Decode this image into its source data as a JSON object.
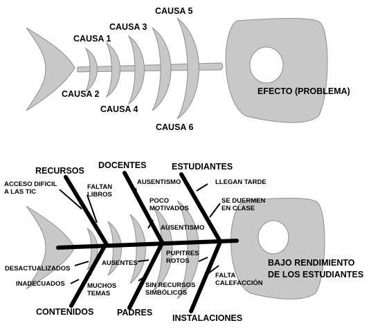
{
  "top_diagram": {
    "causes": {
      "c1": "CAUSA 1",
      "c2": "CAUSA 2",
      "c3": "CAUSA 3",
      "c4": "CAUSA 4",
      "c5": "CAUSA 5",
      "c6": "CAUSA 6"
    },
    "effect": "EFECTO (PROBLEMA)"
  },
  "bottom_diagram": {
    "categories": {
      "recursos": "RECURSOS",
      "docentes": "DOCENTES",
      "estudiantes": "ESTUDIANTES",
      "contenidos": "CONTENIDOS",
      "padres": "PADRES",
      "instalaciones": "INSTALACIONES"
    },
    "causes": {
      "acceso_line1": "ACCESO DIFICIL",
      "acceso_line2": "A LAS TIC",
      "faltan_line1": "FALTAN",
      "faltan_line2": "LIBROS",
      "ausentismo_docentes": "AUSENTISMO",
      "poco_line1": "POCO",
      "poco_line2": "MOTIVADOS",
      "llegan_tarde": "LLEGAN TARDE",
      "duermen_line1": "SE DUERMEN",
      "duermen_line2": "EN CLASE",
      "ausentismo_estudiantes": "AUSENTISMO",
      "desactualizados": "DESACTUALIZADOS",
      "inadecuados": "INADECUADOS",
      "muchos_line1": "MUCHOS",
      "muchos_line2": "TEMAS",
      "ausentes": "AUSENTES",
      "sin_line1": "SIN RECURSOS",
      "sin_line2": "SIMBÓLICOS",
      "pupitres_line1": "PUPITRES",
      "pupitres_line2": "ROTOS",
      "falta_line1": "FALTA",
      "falta_line2": "CALEFACCIÓN"
    },
    "effect_line1": "BAJO RENDIMIENTO",
    "effect_line2": "DE LOS ESTUDIANTES"
  },
  "colors": {
    "fish_fill": "#c8c8c8",
    "fish_outline": "#8c8c8c",
    "bone_line": "#000000",
    "background": "#ffffff"
  }
}
